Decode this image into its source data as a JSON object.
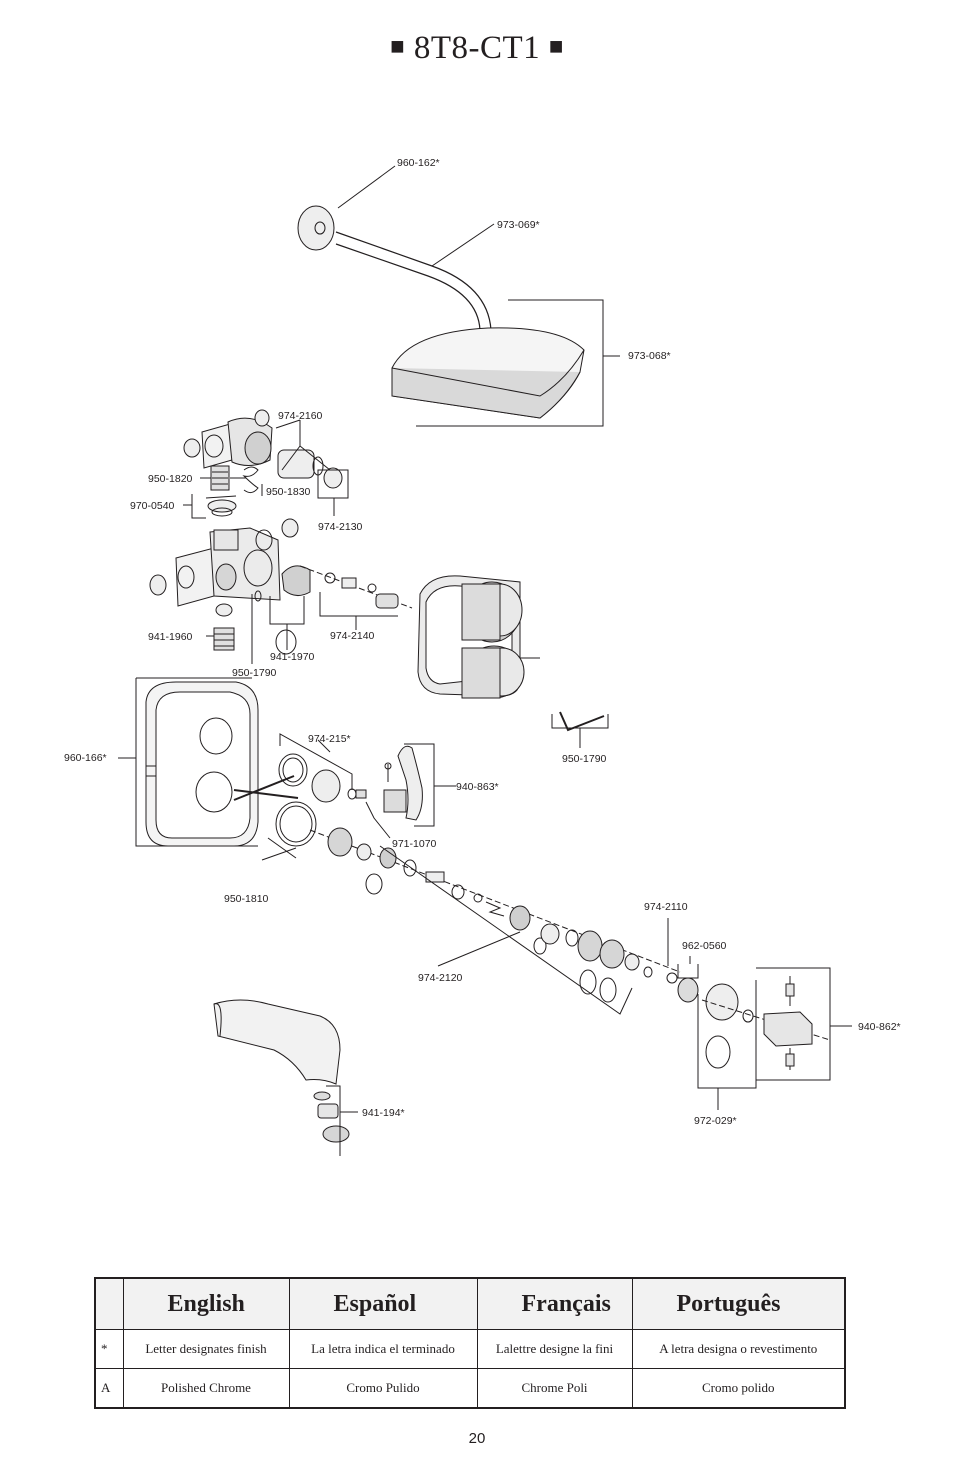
{
  "page": {
    "title": "8T8-CT1",
    "title_marker": "■",
    "page_number": "20"
  },
  "parts": {
    "p960_162": "960-162*",
    "p973_069": "973-069*",
    "p973_068": "973-068*",
    "p974_2160": "974-2160",
    "p950_1820": "950-1820",
    "p950_1830": "950-1830",
    "p970_0540": "970-0540",
    "p974_2130": "974-2130",
    "p974_2140": "974-2140",
    "p941_1960": "941-1960",
    "p941_1970": "941-1970",
    "p950_1790_a": "950-1790",
    "p950_1790_b": "950-1790",
    "p960_166": "960-166*",
    "p974_215": "974-215*",
    "p940_863": "940-863*",
    "p971_1070": "971-1070",
    "p950_1810": "950-1810",
    "p974_2110": "974-2110",
    "p962_0560": "962-0560",
    "p974_2120": "974-2120",
    "p940_862": "940-862*",
    "p941_194": "941-194*",
    "p972_029": "972-029*"
  },
  "legend": {
    "headers": [
      "English",
      "Español",
      "Français",
      "Português"
    ],
    "rows": [
      {
        "code": "*",
        "values": [
          "Letter designates finish",
          "La letra indica el terminado",
          "Lalettre designe la fini",
          "A letra designa o revestimento"
        ]
      },
      {
        "code": "A",
        "values": [
          "Polished Chrome",
          "Cromo Pulido",
          "Chrome Poli",
          "Cromo polido"
        ]
      }
    ]
  }
}
